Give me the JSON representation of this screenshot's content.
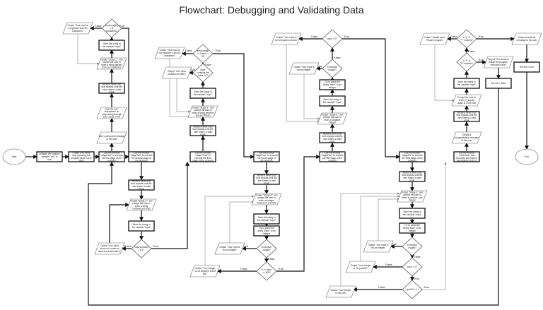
{
  "title": "Flowchart: Debugging and Validating Data",
  "nodes": [
    {
      "id": "start",
      "type": "terminal",
      "text": "Start"
    },
    {
      "id": "init_exit",
      "type": "process",
      "text": "Initialize the boolean variable \"exit\" to true"
    },
    {
      "id": "while_main",
      "type": "process",
      "text": "Create a for while loop repeating the program while exit is false"
    },
    {
      "id": "call_s1",
      "type": "process",
      "text": "Call the method \"stageOne\" to execute the first stage of the program"
    },
    {
      "id": "welcome",
      "type": "io",
      "text": "Give a welcome message to the user"
    },
    {
      "id": "instructions",
      "type": "io",
      "text": "Give the user instructions on progressing through each stage of the program"
    },
    {
      "id": "while_s1",
      "type": "process",
      "text": "Iterate a while loop that repeats until the user enters a valid input"
    },
    {
      "id": "prompt_s1",
      "type": "io",
      "text": "Output \"Stage 1:\" and prompt the user to enter a string greater than six characters"
    },
    {
      "id": "store_s1",
      "type": "process",
      "text": "Store the string in the variable \"input\""
    },
    {
      "id": "dec_s1",
      "type": "decision",
      "text": "input.length() > 6 characters?"
    },
    {
      "id": "err_s1",
      "type": "io",
      "text": "Output \"Your input is not greater than six characters\""
    },
    {
      "id": "call_s2",
      "type": "process",
      "text": "Call the method \"stageTwo\" to execute the second stage of the program"
    },
    {
      "id": "while_s2",
      "type": "process",
      "text": "Iterate a while loop that repeats until the user enters a valid input"
    },
    {
      "id": "prompt_s2",
      "type": "io",
      "text": "Output \"Stage 2:\" and prompt the user to enter a string containing at least one lowercase \"a\""
    },
    {
      "id": "store_s2",
      "type": "process",
      "text": "Store the string in the variable \"input\""
    },
    {
      "id": "dec_s2",
      "type": "decision",
      "text": "input.contains (\"a\")?"
    },
    {
      "id": "err_s2",
      "type": "io",
      "text": "Output \"Your input does not contain at least one lowercase a\""
    },
    {
      "id": "call_s3",
      "type": "process",
      "text": "Call the method \"stageThree\" to execute the third stage of the program"
    },
    {
      "id": "while_s3",
      "type": "process",
      "text": "Iterate a while loop that repeats until the user enters a valid input"
    },
    {
      "id": "prompt_s3",
      "type": "io",
      "text": "Output \"Stage 3:\" and prompt the user to enter a string between five and fifteen characters that doesn't contain the letter \"e\""
    },
    {
      "id": "store_s3",
      "type": "process",
      "text": "Store the string in the variable \"input\""
    },
    {
      "id": "dec_s3a",
      "type": "decision",
      "text": "input contains the letter \"e\"?"
    },
    {
      "id": "err_s3a",
      "type": "io",
      "text": "Output \"Your input contains the letter\""
    },
    {
      "id": "dec_s3b",
      "type": "decision",
      "text": "input length >= 5 and <= 15?"
    },
    {
      "id": "err_s3b",
      "type": "io",
      "text": "Output \"Your input is not between 5 and 15 characters\""
    },
    {
      "id": "call_s4",
      "type": "process",
      "text": "Call the method \"stageFour\" to execute the fourth stage of the program"
    },
    {
      "id": "while_s4",
      "type": "process",
      "text": "Iterate a while loop that repeats until the user enters a valid input"
    },
    {
      "id": "prompt_s4",
      "type": "io",
      "text": "Output \"Stage 4:\" and prompt the user to enter an integer between 5 and 500"
    },
    {
      "id": "store_s4",
      "type": "process",
      "text": "Store the string in the variable \"input\""
    },
    {
      "id": "parse_s4",
      "type": "process",
      "text": "Try to parse the string \"input\" to an integer"
    },
    {
      "id": "dec_s4a",
      "type": "decision",
      "text": "Exception caught?"
    },
    {
      "id": "err_s4a",
      "type": "io",
      "text": "Output \"Your input is not an integer\""
    },
    {
      "id": "dec_s4b",
      "type": "decision",
      "text": "5 <= input <= 500?"
    },
    {
      "id": "err_s4b",
      "type": "io",
      "text": "Output \"Your integer is not between 5 and 500\""
    },
    {
      "id": "call_s5",
      "type": "process",
      "text": "Call the method \"stageFive\" to execute the fifth stage of the program"
    },
    {
      "id": "while_s5",
      "type": "process",
      "text": "Iterate a while loop that repeats until the user enters a valid input"
    },
    {
      "id": "prompt_s5",
      "type": "io",
      "text": "Output \"Stage 5:\" and prompt the user to enter a negative integer"
    },
    {
      "id": "store_s5",
      "type": "process",
      "text": "Store the string in the variable \"input\""
    },
    {
      "id": "parse_s5",
      "type": "process",
      "text": "Try to parse the string \"input\" to an integer"
    },
    {
      "id": "dec_s5a",
      "type": "decision",
      "text": "Exception caught?"
    },
    {
      "id": "err_s5a",
      "type": "io",
      "text": "Output \"Your input is not an integer\""
    },
    {
      "id": "dec_s5b",
      "type": "decision",
      "text": "input < 0?"
    },
    {
      "id": "err_s5b",
      "type": "io",
      "text": "Output \"Your input is not a negative number\""
    },
    {
      "id": "call_s6",
      "type": "process",
      "text": "Call the method \"stageSix\" to execute the sixth stage of the program"
    },
    {
      "id": "while_s6",
      "type": "process",
      "text": "Iterate a while loop that repeats until the user enters a valid input"
    },
    {
      "id": "prompt_s6",
      "type": "io",
      "text": "Output \"Stage 6:\" and prompt the user to enter a positive, odd integer"
    },
    {
      "id": "store_s6",
      "type": "process",
      "text": "Store the string in the variable \"input\""
    },
    {
      "id": "parse_s6",
      "type": "process",
      "text": "Try to parse the string \"input\" to an integer"
    },
    {
      "id": "dec_s6a",
      "type": "decision",
      "text": "Exception caught?"
    },
    {
      "id": "err_s6a",
      "type": "io",
      "text": "Output \"Your input is not an integer\""
    },
    {
      "id": "dec_s6b",
      "type": "decision",
      "text": "input > 0?"
    },
    {
      "id": "err_s6b",
      "type": "io",
      "text": "Output \"Your integer is not positive\""
    },
    {
      "id": "dec_s6c",
      "type": "decision",
      "text": "input%2 = 1?"
    },
    {
      "id": "err_s6c",
      "type": "io",
      "text": "Output \"Your integer is not odd\""
    },
    {
      "id": "call_retry",
      "type": "process",
      "text": "Call the method \"exitCheck\" that executes and returns the boolean \"exit\" to prompting user to restart or exit the program"
    },
    {
      "id": "congrats",
      "type": "io",
      "text": "Output a congratulatory message to the user"
    },
    {
      "id": "while_retry",
      "type": "process",
      "text": "Iterate a while loop that repeats until the user enters a valid input"
    },
    {
      "id": "prompt_retry",
      "type": "io",
      "text": "Prompt the user to enter [Y] to play again or [N] to exit"
    },
    {
      "id": "store_retry",
      "type": "process",
      "text": "Store the string in the variable \"input\""
    },
    {
      "id": "dec_ry",
      "type": "decision",
      "text": "Is \"y\" or \"Y\" entered?"
    },
    {
      "id": "out_restart",
      "type": "io",
      "text": "Output \"You chose to restart the program. Welcome back!\""
    },
    {
      "id": "set_false",
      "type": "process",
      "text": "Set exit = false"
    },
    {
      "id": "dec_rn",
      "type": "decision",
      "text": "Is \"n\" or \"N\" entered?"
    },
    {
      "id": "err_retry",
      "type": "io",
      "text": "Output \"Invalid input. Please try again.\""
    },
    {
      "id": "farewell",
      "type": "io",
      "text": "Output a farewell message to the user"
    },
    {
      "id": "set_true",
      "type": "process",
      "text": "Set exit = true"
    },
    {
      "id": "end",
      "type": "terminal",
      "text": "End"
    }
  ],
  "edge_labels": {
    "yes": "True",
    "no": "False"
  }
}
